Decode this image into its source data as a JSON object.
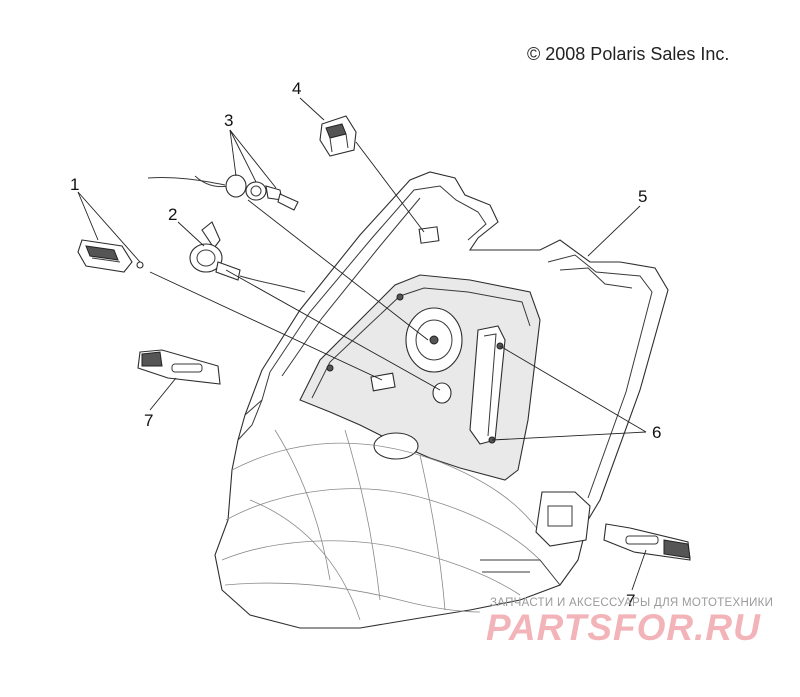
{
  "copyright": "© 2008 Polaris Sales Inc.",
  "callouts": [
    {
      "id": "1",
      "label": "1"
    },
    {
      "id": "2",
      "label": "2"
    },
    {
      "id": "3",
      "label": "3"
    },
    {
      "id": "4",
      "label": "4"
    },
    {
      "id": "5",
      "label": "5"
    },
    {
      "id": "6",
      "label": "6"
    },
    {
      "id": "7a",
      "label": "7"
    },
    {
      "id": "7b",
      "label": "7"
    }
  ],
  "watermark": {
    "subtitle": "ЗАПЧАСТИ И АКСЕССУАРЫ ДЛЯ МОТОТЕХНИКИ",
    "brand": "PARTSFOR.RU"
  }
}
